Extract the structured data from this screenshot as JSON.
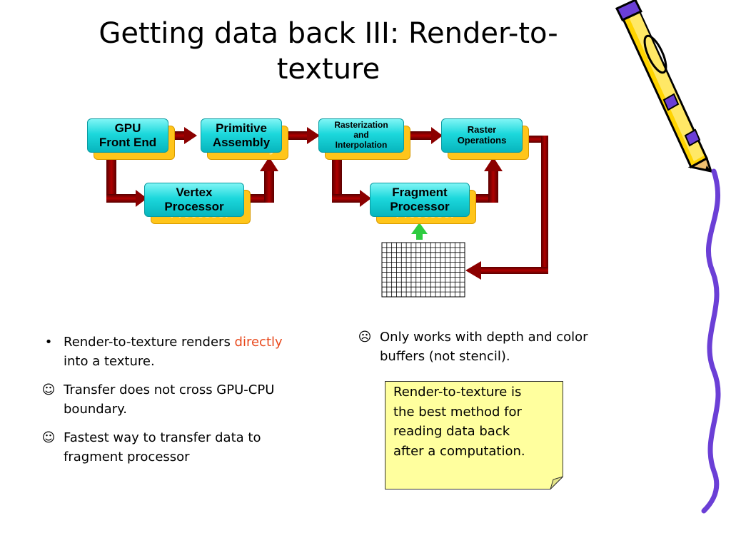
{
  "slide": {
    "title_line1": "Getting data back III: Render-to-",
    "title_line2": "texture"
  },
  "diagram": {
    "gpu_front_end": [
      "GPU",
      "Front End"
    ],
    "primitive_assembly": [
      "Primitive",
      "Assembly"
    ],
    "rasterization": [
      "Rasterization",
      "and",
      "Interpolation"
    ],
    "raster_operations": [
      "Raster",
      "Operations"
    ],
    "vertex_processor": [
      "Vertex",
      "Processor"
    ],
    "fragment_processor": [
      "Fragment",
      "Processor"
    ]
  },
  "left_list": {
    "items": [
      {
        "marker": "•",
        "before": "Render-to-texture renders ",
        "highlight": "directly",
        "after": " into a texture."
      },
      {
        "marker": "☺",
        "text": "Transfer does not cross GPU-CPU boundary."
      },
      {
        "marker": "☺",
        "text": "Fastest way to transfer data to fragment processor"
      }
    ]
  },
  "right_list": {
    "items": [
      {
        "marker": "☹",
        "text": "Only works with depth and color buffers (not stencil)."
      }
    ]
  },
  "note": {
    "text": "Render-to-texture is the best method for reading data back after a computation."
  },
  "colors": {
    "box_cyan": "#1cd8dc",
    "box_shadow_yellow": "#ffc51a",
    "arrow_red": "#8b0000",
    "arrow_green": "#22c55e",
    "highlight": "#e8491d",
    "note_bg": "#ffff9e"
  }
}
